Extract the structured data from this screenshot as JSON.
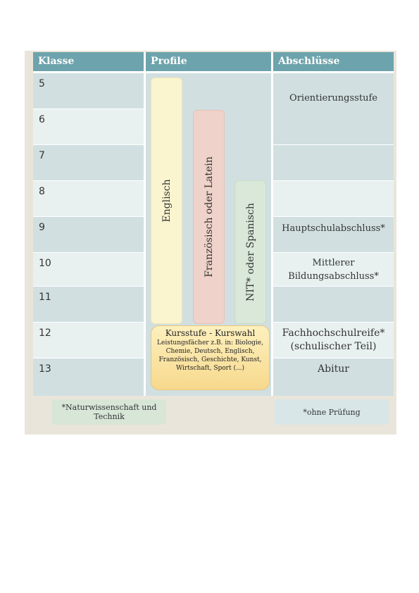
{
  "headers": {
    "klasse": "Klasse",
    "profile": "Profile",
    "abschluesse": "Abschlüsse"
  },
  "grades": [
    "5",
    "6",
    "7",
    "8",
    "9",
    "10",
    "11",
    "12",
    "13"
  ],
  "profiles": {
    "englisch": "Englisch",
    "franz_latein": "Französisch oder Latein",
    "nit_spanisch": "NIT* oder Spanisch"
  },
  "kursstufe": {
    "title": "Kursstufe - Kurswahl",
    "body": "Leistungsfächer z.B. in: Biologie, Chemie, Deutsch, Englisch, Französisch, Geschichte, Kunst, Wirtschaft, Sport (...)"
  },
  "abschluesse": {
    "orientierung": "Orientierungsstufe",
    "haupt": "Hauptschulabschluss*",
    "mittlerer_1": "Mittlerer",
    "mittlerer_2": "Bildungsabschluss*",
    "fh_1": "Fachhochschulreife*",
    "fh_2": "(schulischer Teil)",
    "abitur": "Abitur"
  },
  "notes": {
    "nit": "*Naturwissenschaft und Technik",
    "pruefung": "*ohne Prüfung"
  },
  "colors": {
    "header": "#6da3ac",
    "englisch": "#faf4cf",
    "franz_latein": "#efd2c9",
    "nit_spanisch": "#d9e8d9",
    "kursstufe": "#f7d98d"
  }
}
